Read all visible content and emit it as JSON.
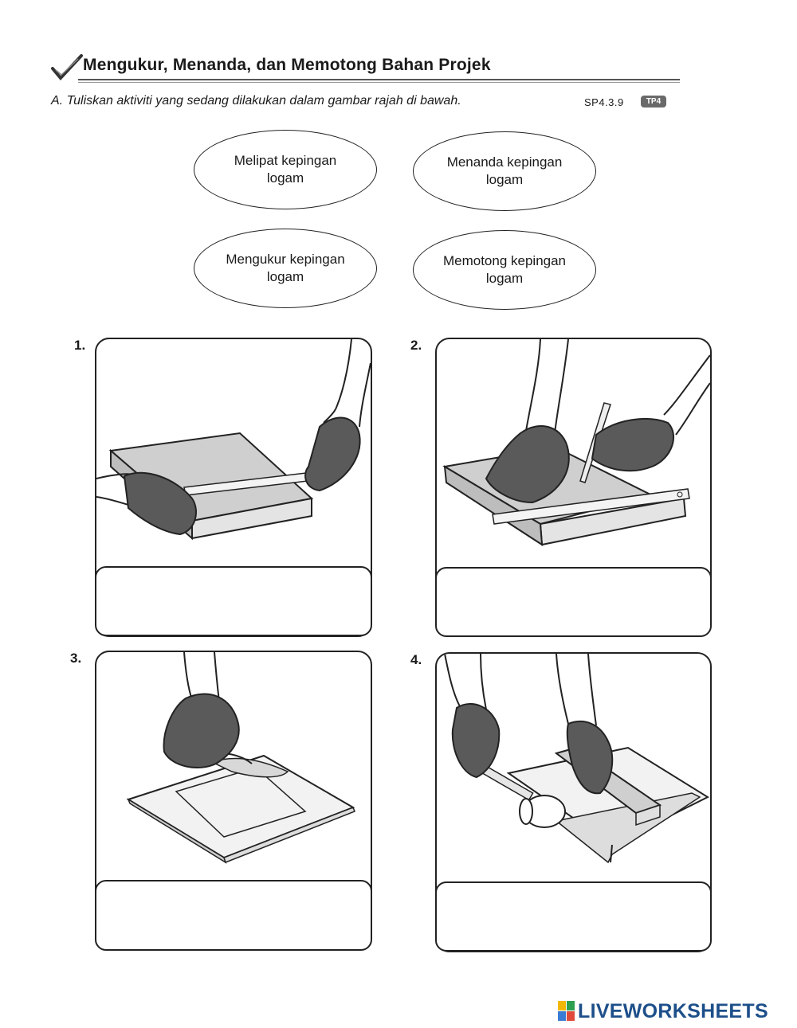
{
  "header": {
    "title": "Mengukur, Menanda, dan Memotong Bahan Projek",
    "instruction": "A. Tuliskan aktiviti yang sedang dilakukan dalam gambar rajah di bawah.",
    "code": "SP4.3.9",
    "badge": "TP4"
  },
  "word_bank": [
    {
      "label": "Melipat kepingan logam"
    },
    {
      "label": "Menanda kepingan logam"
    },
    {
      "label": "Mengukur kepingan logam"
    },
    {
      "label": "Memotong kepingan logam"
    }
  ],
  "panels": [
    {
      "number": "1."
    },
    {
      "number": "2."
    },
    {
      "number": "3."
    },
    {
      "number": "4."
    }
  ],
  "footer": {
    "logo_text": "LIVEWORKSHEETS",
    "colors": {
      "logo": "#1d4f8a",
      "ink": "#1a1a1a",
      "glove": "#5a5a5a"
    }
  }
}
